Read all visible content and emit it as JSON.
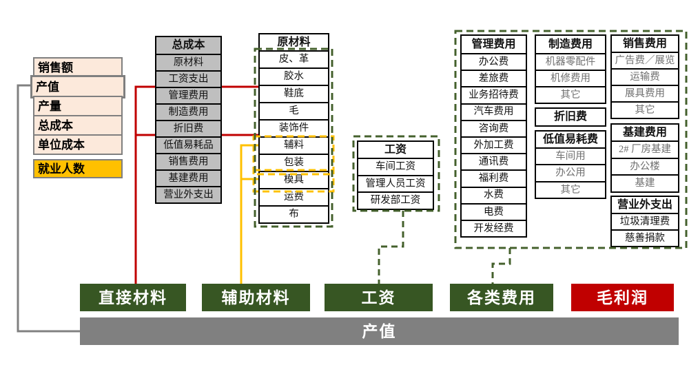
{
  "accents": {
    "red": "#C00000",
    "orange": "#FFC000",
    "peach": "#FCE9DB",
    "box_green": "#375623",
    "dash_green": "#44602C",
    "profit_red": "#C00000",
    "connector_gray": "#808080",
    "bar_gray": "#808080",
    "cell_gray": "#BFBFBF",
    "border_gray": "#7F7F7F",
    "muted_text": "#707070"
  },
  "left_panel": {
    "items": [
      "销售额",
      "产值",
      "产量",
      "总成本",
      "单位成本"
    ],
    "selected_index": 1,
    "employment_label": "就业人数"
  },
  "total_cost": {
    "header": "总成本",
    "items": [
      "原材料",
      "工资支出",
      "管理费用",
      "制造费用",
      "折旧费",
      "低值易耗品",
      "销售费用",
      "基建费用",
      "营业外支出"
    ]
  },
  "raw_materials": {
    "header": "原材料",
    "items": [
      "皮、革",
      "胶水",
      "鞋底",
      "毛",
      "装饰件",
      "辅料",
      "包装",
      "模具",
      "运费",
      "布"
    ]
  },
  "wages": {
    "header": "工资",
    "items": [
      "车间工资",
      "管理人员工资",
      "研发部工资"
    ]
  },
  "admin": {
    "header": "管理费用",
    "items": [
      "办公费",
      "差旅费",
      "业务招待费",
      "汽车费用",
      "咨询费",
      "外加工费",
      "通讯费",
      "福利费",
      "水费",
      "电费",
      "开发经费"
    ]
  },
  "manufacturing": {
    "header": "制造费用",
    "items": [
      "机器零配件",
      "机修费用",
      "其它"
    ]
  },
  "depreciation": {
    "label": "折旧费"
  },
  "low_value": {
    "header": "低值易耗费",
    "items": [
      "车间用",
      "办公用",
      "其它"
    ]
  },
  "sales": {
    "header": "销售费用",
    "items": [
      "广告费／展览",
      "运输费",
      "展具费用",
      "其它"
    ]
  },
  "construction": {
    "header": "基建费用",
    "items": [
      "2# 厂房基建",
      "办公楼",
      "基建"
    ]
  },
  "non_operating": {
    "header": "营业外支出",
    "items": [
      "垃圾清理费",
      "慈善捐款"
    ]
  },
  "bottom_row": [
    "直接材料",
    "辅助材料",
    "工资",
    "各类费用",
    "毛利润"
  ],
  "bottom_bar": {
    "label": "产值"
  }
}
